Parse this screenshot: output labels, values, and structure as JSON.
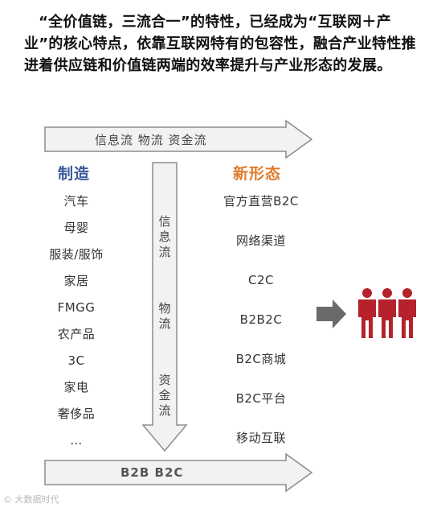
{
  "intro": "“全价值链，三流合一”的特性，已经成为“互联网＋产业”的核心特点，依靠互联网特有的包容性，融合产业特性推进着供应链和价值链两端的效率提升与产业形态的发展。",
  "top_flow": "信息流  物流  资金流",
  "bottom_flow": "B2B      B2C",
  "vertical_flow": {
    "part1": "信息流",
    "part2": "物流",
    "part3": "资金流"
  },
  "left_column": {
    "title": "制造",
    "items": [
      "汽车",
      "母婴",
      "服装/服饰",
      "家居",
      "FMGG",
      "农产品",
      "3C",
      "家电",
      "奢侈品",
      "…"
    ]
  },
  "right_column": {
    "title": "新形态",
    "items": [
      "官方直营B2C",
      "网络渠道",
      "C2C",
      "B2B2C",
      "B2C商城",
      "B2C平台",
      "移动互联"
    ]
  },
  "watermark": "© 大数据时代",
  "colors": {
    "left_title": "#3d5a9a",
    "right_title": "#e07a2a",
    "people": "#b5222b",
    "arrow_fill": "#f2f2f2",
    "arrow_stroke": "#8c8c8c"
  },
  "icons": {
    "people": "people-group-icon",
    "right_arrow": "solid-right-arrow-icon"
  }
}
